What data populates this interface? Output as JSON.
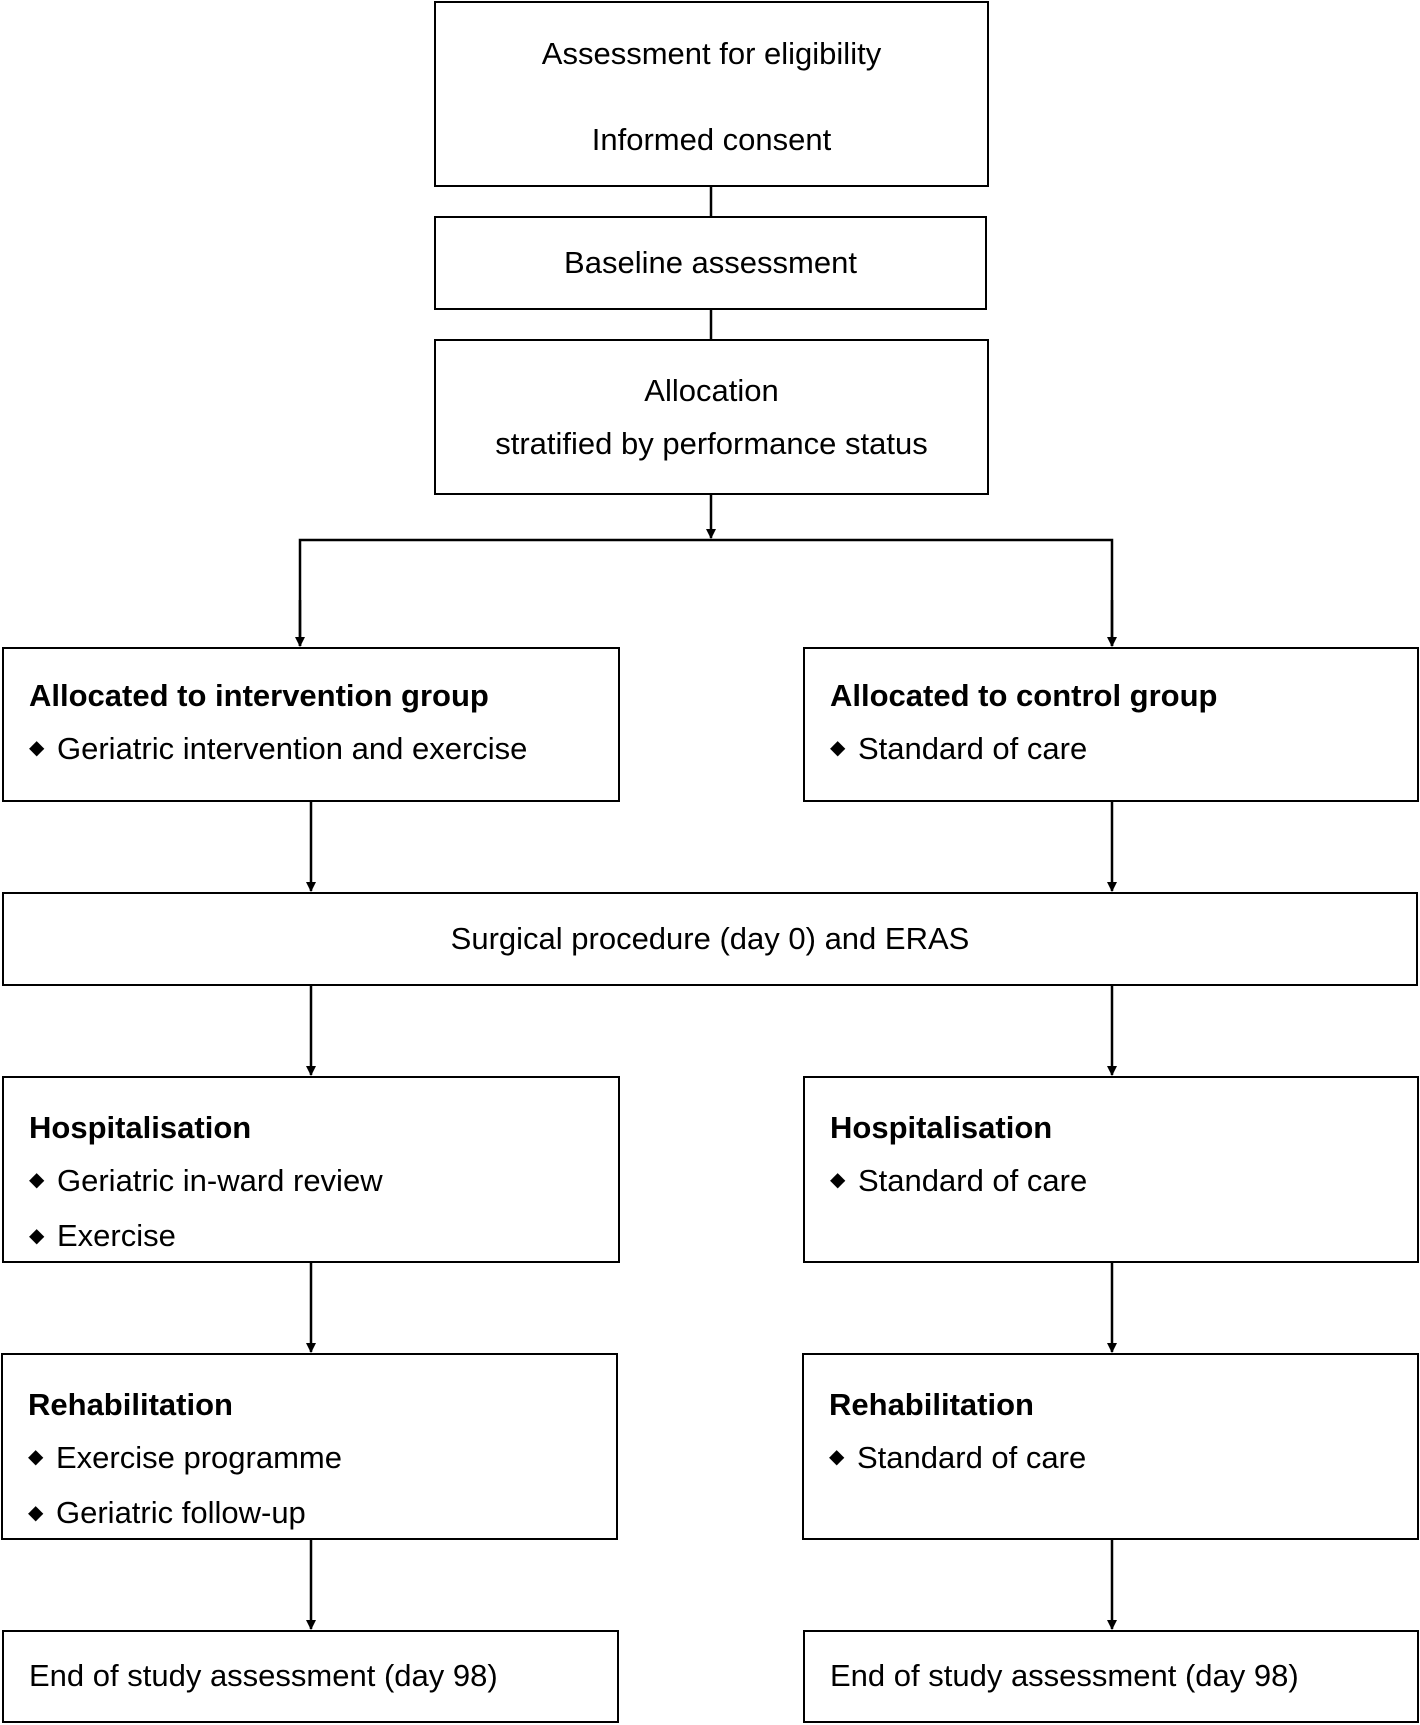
{
  "steps": {
    "eligibility": {
      "line1": "Assessment for eligibility",
      "line2": "Informed consent"
    },
    "baseline": {
      "label": "Baseline assessment"
    },
    "allocation": {
      "line1": "Allocation",
      "line2": "stratified by performance status"
    },
    "surgery": {
      "label": "Surgical procedure (day 0) and ERAS"
    }
  },
  "intervention": {
    "allocated": {
      "heading": "Allocated to intervention group",
      "items": [
        "Geriatric intervention and exercise"
      ]
    },
    "hospitalisation": {
      "heading": "Hospitalisation",
      "items": [
        "Geriatric in-ward review",
        "Exercise"
      ]
    },
    "rehabilitation": {
      "heading": "Rehabilitation",
      "items": [
        "Exercise programme",
        "Geriatric follow-up"
      ]
    },
    "end": {
      "label": "End of study assessment (day 98)"
    }
  },
  "control": {
    "allocated": {
      "heading": "Allocated to control group",
      "items": [
        "Standard of care"
      ]
    },
    "hospitalisation": {
      "heading": "Hospitalisation",
      "items": [
        "Standard of care"
      ]
    },
    "rehabilitation": {
      "heading": "Rehabilitation",
      "items": [
        "Standard of care"
      ]
    },
    "end": {
      "label": "End of study assessment (day 98)"
    }
  },
  "bullet_glyph": "◆",
  "colors": {
    "line": "#000000",
    "box_border": "#000000",
    "background": "#ffffff"
  }
}
